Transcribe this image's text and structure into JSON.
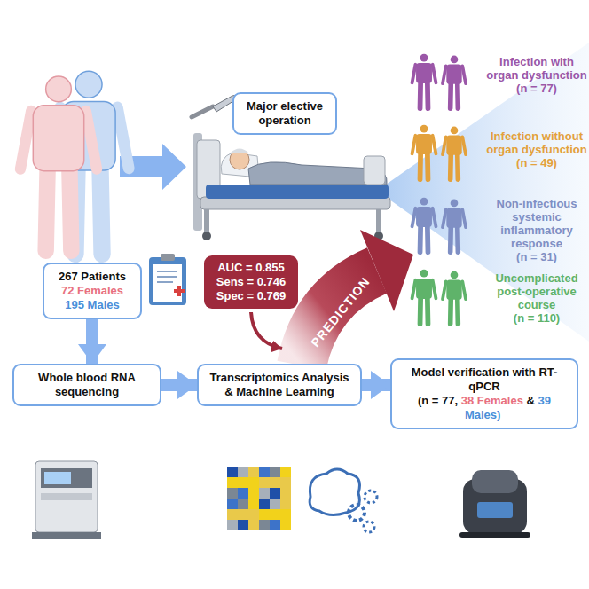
{
  "diagram": {
    "nodes": [
      {
        "text": [
          "Major elective operation"
        ]
      },
      {
        "text": [
          "267 Patients",
          "72 Females",
          "195 Males"
        ]
      },
      {
        "text": [
          "AUC = 0.855",
          "Sens = 0.746",
          "Spec = 0.769"
        ]
      },
      {
        "text": [
          "Whole blood RNA sequencing"
        ]
      },
      {
        "text": [
          "Transcriptomics Analysis & Machine Learning"
        ]
      },
      {
        "text": [
          "Model verification with RT-qPCR",
          "(n = 77,",
          "38 Females",
          "&",
          "39 Males)"
        ]
      }
    ],
    "edges": [
      {
        "from": 1,
        "to": 3,
        "arrow": "to"
      },
      {
        "from": 3,
        "to": 4,
        "arrow": "to"
      },
      {
        "from": 4,
        "to": 5,
        "arrow": "to"
      }
    ],
    "labels": [
      "Infection with organ dysfunction",
      "(n = 77)",
      "Infection without organ dysfunction",
      "(n = 49)",
      "Non-infectious systemic inflammatory response",
      "(n = 31)",
      "Uncomplicated post-operative course",
      "(n = 110)",
      "PREDICTION"
    ]
  }
}
